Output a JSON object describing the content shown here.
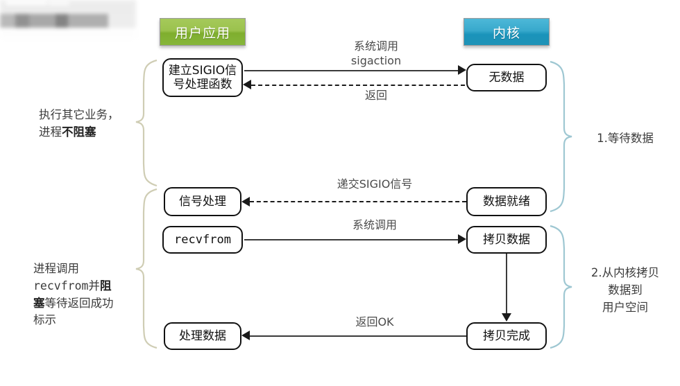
{
  "headers": {
    "user": "用户应用",
    "kernel": "内核",
    "user_color": "#9bc24e",
    "kernel_color": "#2fa3c6"
  },
  "nodes": {
    "sigio_handler_line1": "建立SIGIO信",
    "sigio_handler_line2": "号处理函数",
    "no_data": "无数据",
    "signal_process": "信号处理",
    "data_ready": "数据就绪",
    "recvfrom": "recvfrom",
    "copy_data": "拷贝数据",
    "process_data": "处理数据",
    "copy_done": "拷贝完成"
  },
  "edge_labels": {
    "syscall_sigaction_line1": "系统调用",
    "syscall_sigaction_line2": "sigaction",
    "return": "返回",
    "deliver_sigio": "递交SIGIO信号",
    "syscall": "系统调用",
    "return_ok": "返回OK"
  },
  "side_left": {
    "block1_line1": "执行其它业务，",
    "block1_line2_normal": "进程",
    "block1_line2_bold": "不阻塞",
    "block2_line1": "进程调用",
    "block2_line2_mono": "recvfrom",
    "block2_line2_normal": "并",
    "block2_line2_bold": "阻",
    "block2_line3_bold": "塞",
    "block2_line3_normal": "等待返回成功",
    "block2_line4": "标示"
  },
  "side_right": {
    "step1": "1.等待数据",
    "step2_line1": "2.从内核拷贝",
    "step2_line2": "数据到",
    "step2_line3": "用户空间"
  },
  "brace_colors": {
    "left": "#cfcdb4",
    "right": "#9ec7d2"
  }
}
